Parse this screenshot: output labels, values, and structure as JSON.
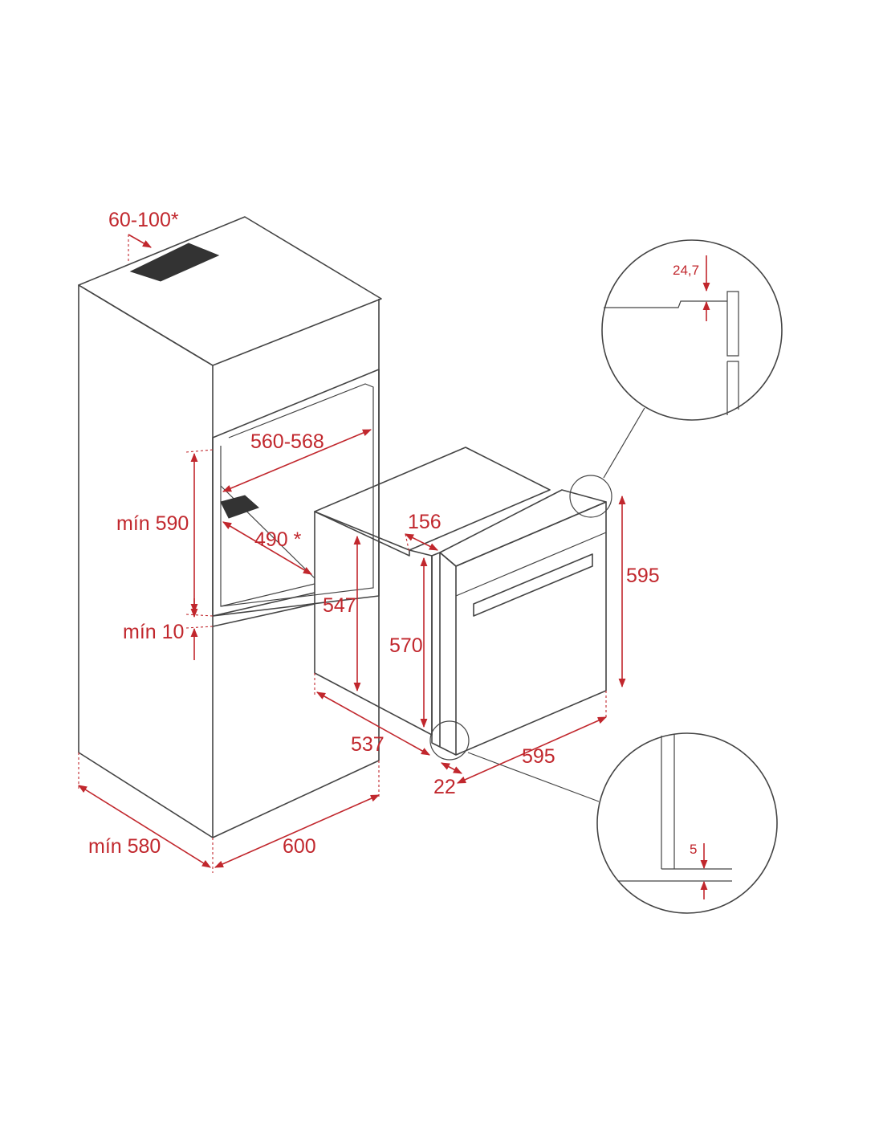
{
  "dimensions": {
    "vent_gap": "60-100*",
    "niche_width": "560-568",
    "niche_height": "mín 590",
    "niche_depth": "490 *",
    "bottom_gap": "mín 10",
    "cabinet_depth": "mín 580",
    "cabinet_width": "600",
    "oven_depth_body": "537",
    "body_height": "547",
    "body_height_inner": "570",
    "front_offset": "156",
    "front_thickness": "22",
    "oven_width": "595",
    "oven_height": "595",
    "detail_top_gap": "24,7",
    "detail_bottom_gap": "5"
  },
  "colors": {
    "dimension": "#c1272d",
    "outline": "#444444",
    "background": "#ffffff"
  }
}
